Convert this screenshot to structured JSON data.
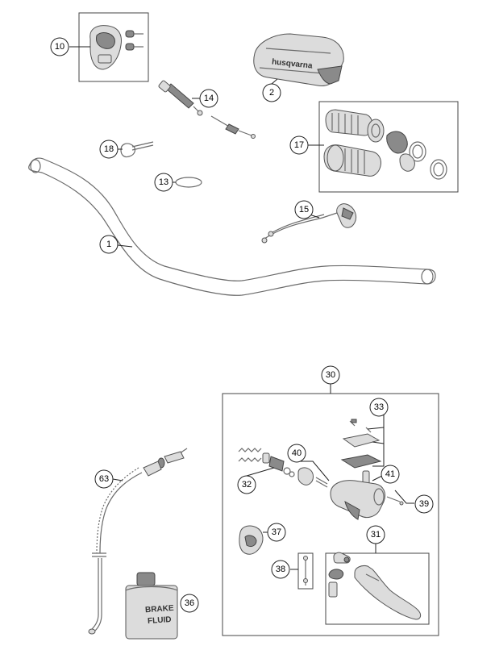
{
  "callouts": {
    "c1": "1",
    "c2": "2",
    "c10": "10",
    "c13": "13",
    "c14": "14",
    "c15": "15",
    "c17": "17",
    "c18": "18",
    "c30": "30",
    "c31": "31",
    "c32": "32",
    "c33": "33",
    "c36": "36",
    "c37": "37",
    "c38": "38",
    "c39": "39",
    "c40": "40",
    "c41": "41",
    "c63": "63"
  },
  "brake_fluid_label": {
    "line1": "BRAKE",
    "line2": "FLUID"
  },
  "pad_brand_text": "husqvarna"
}
